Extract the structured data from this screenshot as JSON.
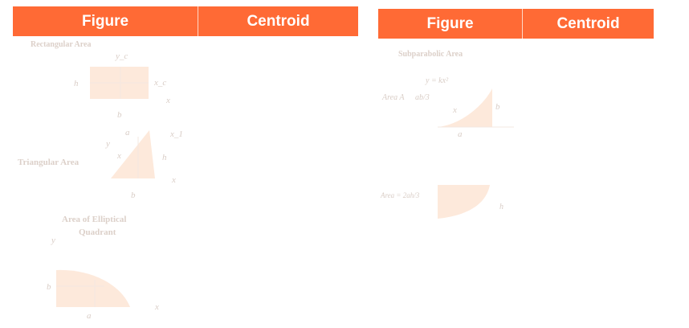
{
  "table_left": {
    "headers": {
      "figure": "Figure",
      "centroid": "Centroid"
    },
    "shapes": {
      "rectangle": {
        "title": "Rectangular Area",
        "labels": {
          "top": "y_c",
          "left": "h",
          "right": "x_c",
          "x": "x",
          "bottom": "b"
        }
      },
      "triangle": {
        "title": "Triangular Area",
        "labels": {
          "a": "a",
          "x1": "x_1",
          "y": "y",
          "xbar": "x",
          "h": "h",
          "x": "x",
          "b": "b"
        }
      },
      "ellipse_quadrant": {
        "title_line1": "Area of Elliptical",
        "title_line2": "Quadrant",
        "labels": {
          "y": "y",
          "b": "b",
          "x": "x",
          "a": "a"
        }
      }
    }
  },
  "table_right": {
    "headers": {
      "figure": "Figure",
      "centroid": "Centroid"
    },
    "shapes": {
      "semiparabolic": {
        "title": "Subparabolic Area",
        "labels": {
          "eq": "y = kx²",
          "area": "Area A",
          "frac": "ab/3",
          "b": "b",
          "a": "a",
          "x": "x"
        }
      },
      "parabolic": {
        "title": "Parabolic Area",
        "labels": {
          "area": "Area = 2ah/3",
          "h": "h"
        }
      }
    }
  }
}
